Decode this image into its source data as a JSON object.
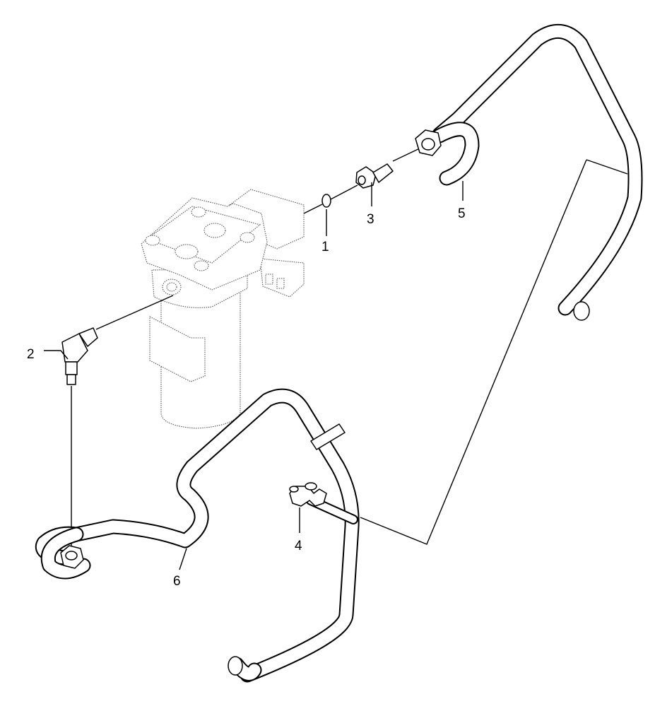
{
  "diagram": {
    "callouts": [
      {
        "id": "1",
        "label": "1",
        "part": "o-ring"
      },
      {
        "id": "2",
        "label": "2",
        "part": "elbow-fitting"
      },
      {
        "id": "3",
        "label": "3",
        "part": "adapter-fitting"
      },
      {
        "id": "4",
        "label": "4",
        "part": "clamp"
      },
      {
        "id": "5",
        "label": "5",
        "part": "tube-upper"
      },
      {
        "id": "6",
        "label": "6",
        "part": "tube-lower"
      }
    ],
    "colors": {
      "line": "#000000",
      "background": "#ffffff",
      "ghost": "#555555"
    }
  }
}
